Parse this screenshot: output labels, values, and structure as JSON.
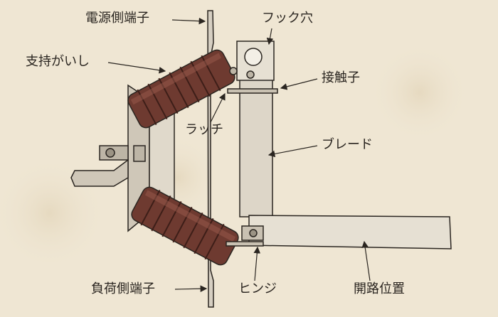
{
  "title": "断路器の構造",
  "labels": {
    "source_terminal": "電源側端子",
    "hook_hole": "フック穴",
    "support_insulator": "支持がいし",
    "contact": "接触子",
    "latch": "ラッチ",
    "blade": "ブレード",
    "load_terminal": "負荷側端子",
    "hinge": "ヒンジ",
    "open_position": "開路位置"
  },
  "colors": {
    "background": "#efe6d3",
    "insulator": "#6e3a30",
    "metal": "#d6cfc2",
    "ink": "#2a2520"
  }
}
